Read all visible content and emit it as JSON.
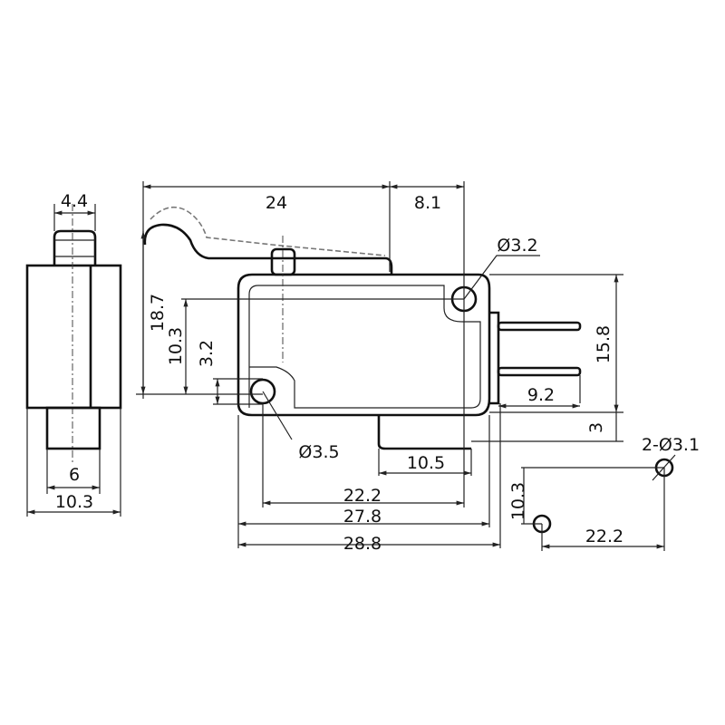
{
  "side_view": {
    "top_width": "4.4",
    "stub_width": "6",
    "body_width": "10.3"
  },
  "front_view": {
    "lever_length": "24",
    "hole_to_end": "8.1",
    "top_hole_dia": "Ø3.2",
    "overall_height": "18.7",
    "hole_vertical_spacing": "10.3",
    "bottom_hole_offset": "3.2",
    "bottom_hole_dia": "Ø3.5",
    "body_height": "15.8",
    "terminal_length": "9.2",
    "bottom_terminal_offset": "3",
    "bottom_terminal_width": "10.5",
    "hole_spacing": "22.2",
    "body_length": "27.8",
    "overall_length": "28.8"
  },
  "mounting": {
    "holes": "2-Ø3.1",
    "vertical": "10.3",
    "horizontal": "22.2"
  }
}
